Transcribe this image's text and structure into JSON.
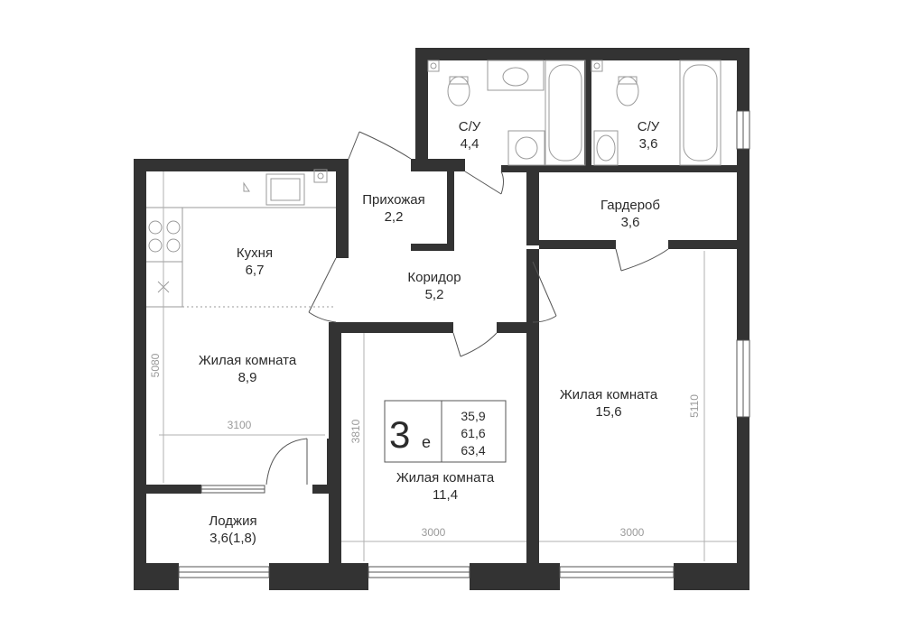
{
  "rooms": {
    "bathroom1": {
      "name": "С/У",
      "area": "4,4"
    },
    "bathroom2": {
      "name": "С/У",
      "area": "3,6"
    },
    "hallway": {
      "name": "Прихожая",
      "area": "2,2"
    },
    "wardrobe": {
      "name": "Гардероб",
      "area": "3,6"
    },
    "kitchen": {
      "name": "Кухня",
      "area": "6,7"
    },
    "corridor": {
      "name": "Коридор",
      "area": "5,2"
    },
    "living_small": {
      "name": "Жилая комната",
      "area": "8,9"
    },
    "living_large": {
      "name": "Жилая комната",
      "area": "15,6"
    },
    "living_mid": {
      "name": "Жилая комната",
      "area": "11,4"
    },
    "loggia": {
      "name": "Лоджия",
      "area": "3,6(1,8)"
    }
  },
  "dimensions": {
    "left_height": "5080",
    "left_width": "3100",
    "mid_height": "3810",
    "mid_width": "3000",
    "right_height": "5110",
    "right_width": "3000"
  },
  "badge": {
    "rooms": "3",
    "suffix": "е",
    "living_area": "35,9",
    "total_area": "61,6",
    "total_with_loggia": "63,4"
  },
  "colors": {
    "wall": "#333333",
    "background": "#ffffff"
  }
}
